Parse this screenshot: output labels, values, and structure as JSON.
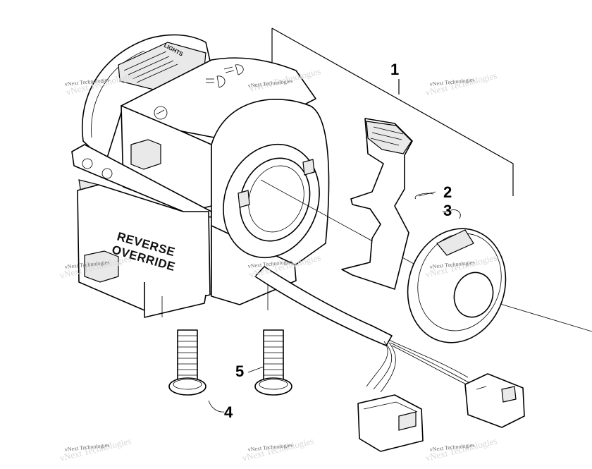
{
  "callouts": {
    "c1": "1",
    "c2": "2",
    "c3": "3",
    "c4": "4",
    "c5": "5"
  },
  "housing_labels": {
    "lights": "LIGHTS",
    "reverse": "REVERSE",
    "override": "OVERRIDE"
  },
  "watermark": {
    "text": "vNext Technologies"
  }
}
